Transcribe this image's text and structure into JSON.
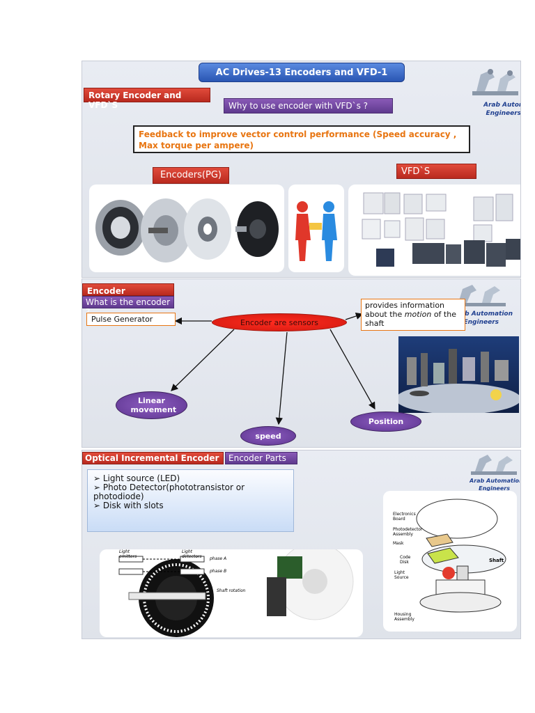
{
  "slide1": {
    "title": "AC Drives-13 Encoders and VFD-1",
    "section_tag": "Rotary Encoder and VFD`S",
    "question": "Why to use encoder with VFD`s ?",
    "feedback": "Feedback to improve vector control performance (Speed accuracy , Max torque per ampere)",
    "encoders_label": "Encoders(PG)",
    "vfd_label": "VFD`S"
  },
  "logo": {
    "line1": "Arab Automation",
    "line2": "Engineers"
  },
  "slide2": {
    "section_tag": "Encoder",
    "question": "What is the encoder ?",
    "pulse": "Pulse Generator",
    "center": "Encoder are sensors",
    "info_pre": "provides information about the ",
    "info_em": "motion",
    "info_post": " of the shaft",
    "linear": "Linear movement",
    "speed": "speed",
    "position": "Position"
  },
  "slide3": {
    "section_tag": "Optical Incremental Encoder",
    "parts_tag": "Encoder Parts",
    "bullets": [
      "Light source (LED)",
      "Photo Detector(phototransistor or photodiode)",
      "Disk with slots"
    ],
    "diagram_left": {
      "light_emitters": "Light emitters",
      "light_detectors": "Light detectors",
      "phase_a": "phase A",
      "phase_b": "phase B",
      "shaft_rotation": "Shaft rotation"
    },
    "diagram_right": {
      "electronics": "Electronics Board",
      "photodetector": "Photodetector Assembly",
      "mask": "Mask",
      "code_disk": "Code Disk",
      "light_source": "Light Source",
      "housing": "Housing Assembly",
      "shaft": "Shaft"
    }
  },
  "colors": {
    "red": "#c8352a",
    "purple": "#6a449b",
    "blue_title": "#2f64c4",
    "orange": "#e87511"
  }
}
